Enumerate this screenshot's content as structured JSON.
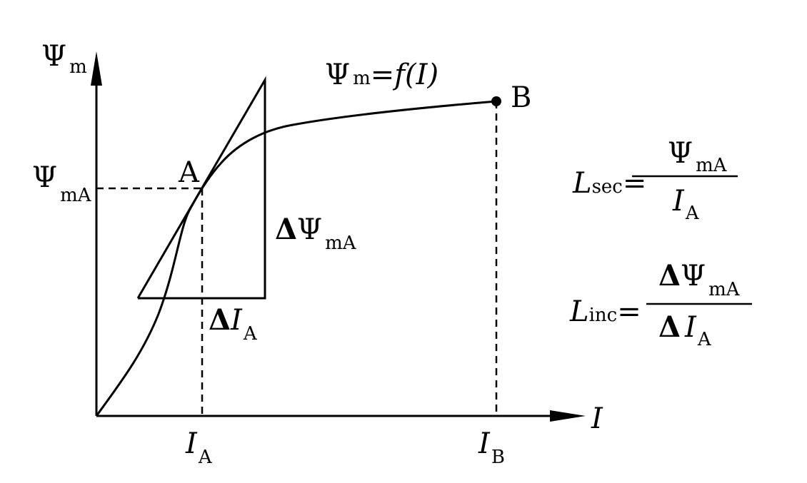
{
  "labels": {
    "y_axis": {
      "main": "Ψ",
      "sub": "m"
    },
    "x_axis": "I",
    "psi_mA": {
      "main": "Ψ",
      "sub": "mA"
    },
    "point_a": "A",
    "point_b": "B",
    "curve": {
      "main": "Ψ",
      "sub": "m",
      "rest": "=f(I)"
    },
    "delta_psi": {
      "delta": "Δ",
      "main": "Ψ",
      "sub": "mA"
    },
    "delta_i": {
      "delta": "Δ",
      "main": "I",
      "sub": "A"
    },
    "i_a": {
      "main": "I",
      "sub": "A"
    },
    "i_b": {
      "main": "I",
      "sub": "B"
    }
  },
  "formulas": {
    "l_sec": {
      "main": "L",
      "sub": "sec",
      "eq": "=",
      "num_main": "Ψ",
      "num_sub": "mA",
      "den_main": "I",
      "den_sub": "A"
    },
    "l_inc": {
      "main": "L",
      "sub": "inc",
      "eq": "=",
      "num_delta": "Δ",
      "num_main": "Ψ",
      "num_sub": "mA",
      "den_delta": "Δ",
      "den_main": "I",
      "den_sub": "A"
    }
  }
}
